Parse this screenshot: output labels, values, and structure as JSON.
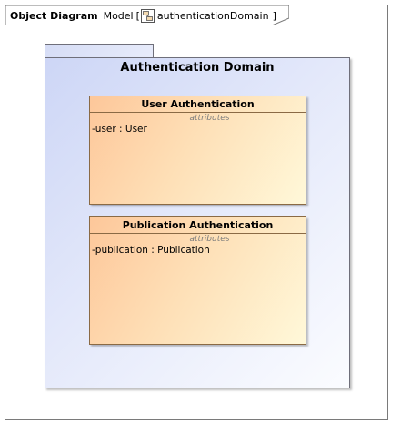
{
  "frame": {
    "kind": "Object Diagram",
    "context_prefix": "Model",
    "bracket_open": "[",
    "diagram_name": "authenticationDomain",
    "bracket_close": "]",
    "icon": "object-diagram-icon"
  },
  "package": {
    "name": "Authentication Domain"
  },
  "classes": [
    {
      "name": "User Authentication",
      "compartment_title": "attributes",
      "attributes": [
        "-user : User"
      ]
    },
    {
      "name": "Publication Authentication",
      "compartment_title": "attributes",
      "attributes": [
        "-publication : Publication"
      ]
    }
  ],
  "colors": {
    "package_fill": "#dfe5f9",
    "class_fill_start": "#fdc79a",
    "class_fill_end": "#fff8d9",
    "class_border": "#8a6a45"
  }
}
